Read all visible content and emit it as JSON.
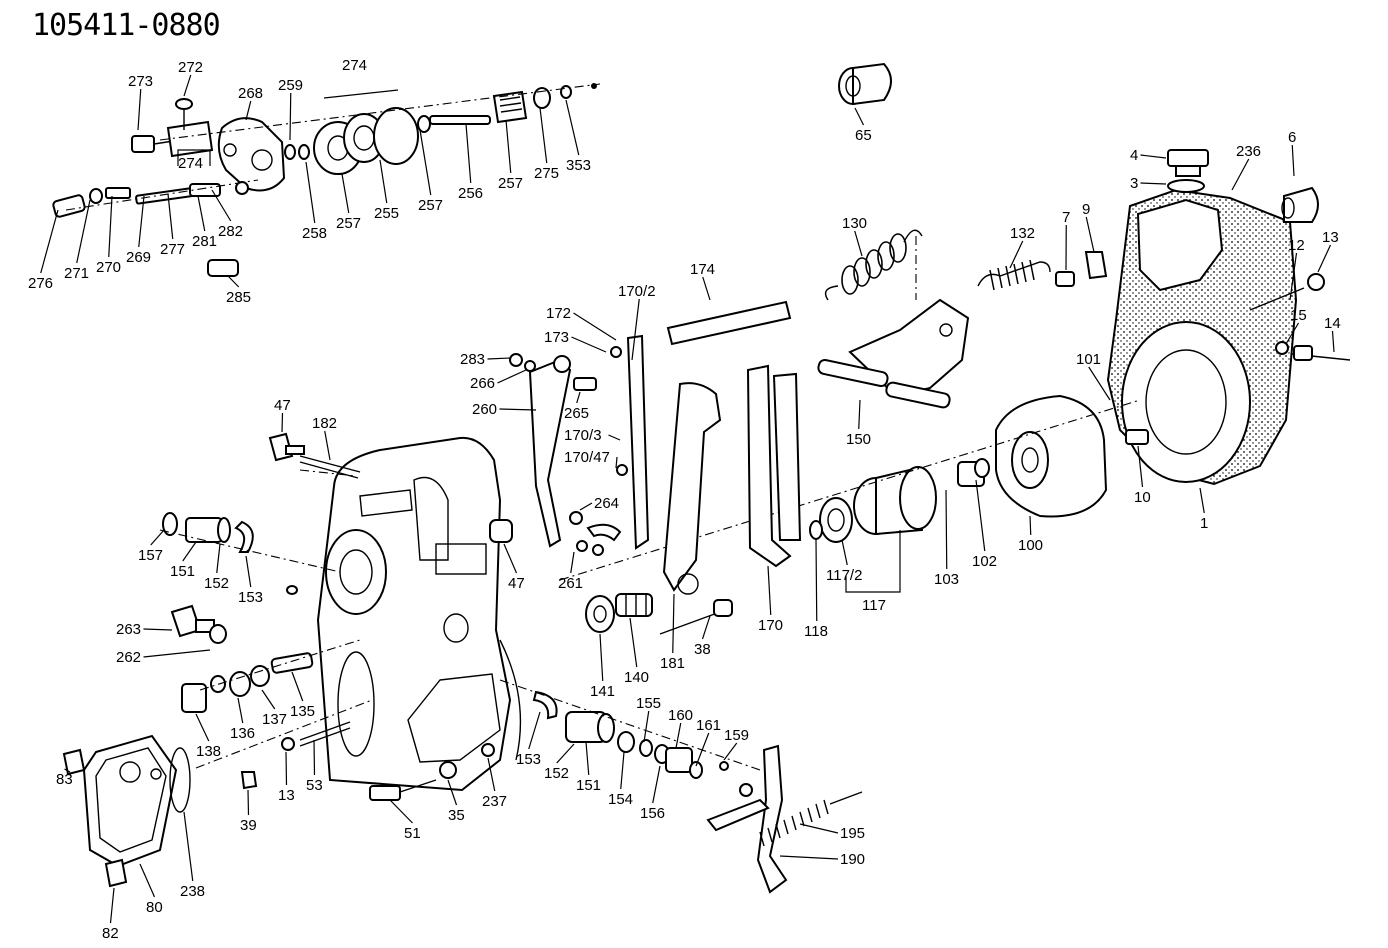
{
  "title": "105411-0880",
  "callouts": [
    {
      "id": "c273",
      "text": "273"
    },
    {
      "id": "c272",
      "text": "272"
    },
    {
      "id": "c268",
      "text": "268"
    },
    {
      "id": "c259",
      "text": "259"
    },
    {
      "id": "c274a",
      "text": "274"
    },
    {
      "id": "c274b",
      "text": "274"
    },
    {
      "id": "c65",
      "text": "65"
    },
    {
      "id": "c353",
      "text": "353"
    },
    {
      "id": "c275",
      "text": "275"
    },
    {
      "id": "c257a",
      "text": "257"
    },
    {
      "id": "c256",
      "text": "256"
    },
    {
      "id": "c257b",
      "text": "257"
    },
    {
      "id": "c255",
      "text": "255"
    },
    {
      "id": "c257c",
      "text": "257"
    },
    {
      "id": "c258",
      "text": "258"
    },
    {
      "id": "c282",
      "text": "282"
    },
    {
      "id": "c281",
      "text": "281"
    },
    {
      "id": "c277",
      "text": "277"
    },
    {
      "id": "c269",
      "text": "269"
    },
    {
      "id": "c270",
      "text": "270"
    },
    {
      "id": "c271",
      "text": "271"
    },
    {
      "id": "c276",
      "text": "276"
    },
    {
      "id": "c285",
      "text": "285"
    },
    {
      "id": "c4",
      "text": "4"
    },
    {
      "id": "c3",
      "text": "3"
    },
    {
      "id": "c236",
      "text": "236"
    },
    {
      "id": "c6",
      "text": "6"
    },
    {
      "id": "c7",
      "text": "7"
    },
    {
      "id": "c9",
      "text": "9"
    },
    {
      "id": "c132",
      "text": "132"
    },
    {
      "id": "c130",
      "text": "130"
    },
    {
      "id": "c12",
      "text": "12"
    },
    {
      "id": "c13a",
      "text": "13"
    },
    {
      "id": "c15",
      "text": "15"
    },
    {
      "id": "c14",
      "text": "14"
    },
    {
      "id": "c101",
      "text": "101"
    },
    {
      "id": "c10",
      "text": "10"
    },
    {
      "id": "c1",
      "text": "1"
    },
    {
      "id": "c174",
      "text": "174"
    },
    {
      "id": "c170_2",
      "text": "170/2"
    },
    {
      "id": "c172",
      "text": "172"
    },
    {
      "id": "c173",
      "text": "173"
    },
    {
      "id": "c283",
      "text": "283"
    },
    {
      "id": "c266",
      "text": "266"
    },
    {
      "id": "c265",
      "text": "265"
    },
    {
      "id": "c260",
      "text": "260"
    },
    {
      "id": "c170_3",
      "text": "170/3"
    },
    {
      "id": "c170_4",
      "text": "170/47"
    },
    {
      "id": "c264",
      "text": "264"
    },
    {
      "id": "c261",
      "text": "261"
    },
    {
      "id": "c150",
      "text": "150"
    },
    {
      "id": "c100",
      "text": "100"
    },
    {
      "id": "c102",
      "text": "102"
    },
    {
      "id": "c103",
      "text": "103"
    },
    {
      "id": "c117_2",
      "text": "117/2"
    },
    {
      "id": "c117",
      "text": "117"
    },
    {
      "id": "c118",
      "text": "118"
    },
    {
      "id": "c170",
      "text": "170"
    },
    {
      "id": "c47a",
      "text": "47"
    },
    {
      "id": "c182",
      "text": "182"
    },
    {
      "id": "c47b",
      "text": "47"
    },
    {
      "id": "c157",
      "text": "157"
    },
    {
      "id": "c151a",
      "text": "151"
    },
    {
      "id": "c152a",
      "text": "152"
    },
    {
      "id": "c153a",
      "text": "153"
    },
    {
      "id": "c263",
      "text": "263"
    },
    {
      "id": "c262",
      "text": "262"
    },
    {
      "id": "c138",
      "text": "138"
    },
    {
      "id": "c136",
      "text": "136"
    },
    {
      "id": "c137",
      "text": "137"
    },
    {
      "id": "c135",
      "text": "135"
    },
    {
      "id": "c141",
      "text": "141"
    },
    {
      "id": "c140",
      "text": "140"
    },
    {
      "id": "c181",
      "text": "181"
    },
    {
      "id": "c38",
      "text": "38"
    },
    {
      "id": "c83",
      "text": "83"
    },
    {
      "id": "c39",
      "text": "39"
    },
    {
      "id": "c13b",
      "text": "13"
    },
    {
      "id": "c53",
      "text": "53"
    },
    {
      "id": "c238",
      "text": "238"
    },
    {
      "id": "c80",
      "text": "80"
    },
    {
      "id": "c82",
      "text": "82"
    },
    {
      "id": "c51",
      "text": "51"
    },
    {
      "id": "c35",
      "text": "35"
    },
    {
      "id": "c237",
      "text": "237"
    },
    {
      "id": "c153b",
      "text": "153"
    },
    {
      "id": "c152b",
      "text": "152"
    },
    {
      "id": "c151b",
      "text": "151"
    },
    {
      "id": "c154",
      "text": "154"
    },
    {
      "id": "c155",
      "text": "155"
    },
    {
      "id": "c156",
      "text": "156"
    },
    {
      "id": "c160",
      "text": "160"
    },
    {
      "id": "c161",
      "text": "161"
    },
    {
      "id": "c159",
      "text": "159"
    },
    {
      "id": "c195",
      "text": "195"
    },
    {
      "id": "c190",
      "text": "190"
    }
  ]
}
